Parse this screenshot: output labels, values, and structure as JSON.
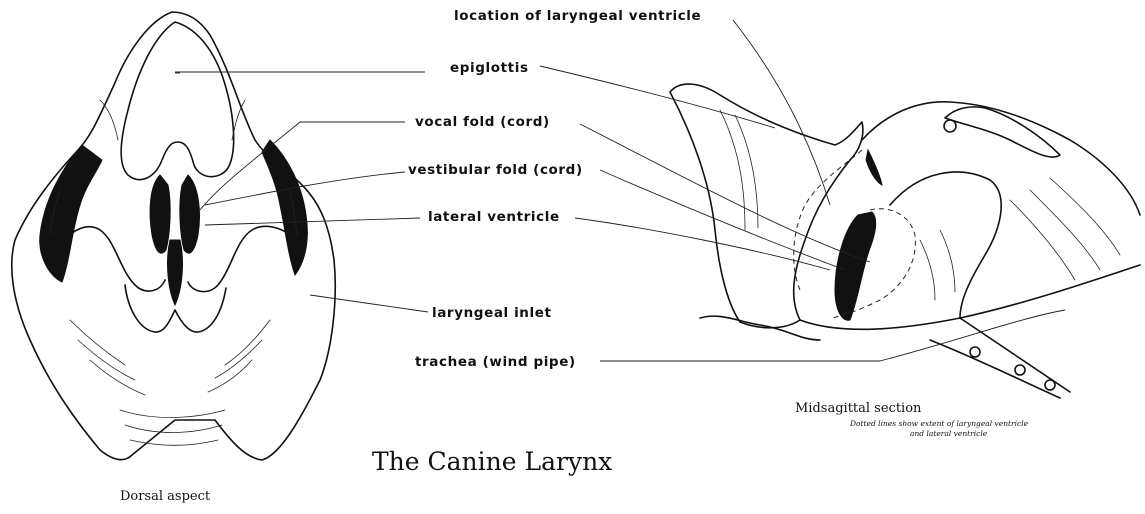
{
  "title": "The Canine Larynx",
  "left_caption": "Dorsal aspect",
  "right_caption": "Midsagittal section",
  "right_note_line1": "Dotted lines show extent of laryngeal ventricle",
  "right_note_line2": "and lateral ventricle",
  "labels": {
    "location_of_laryngeal_ventricle": "location of laryngeal ventricle",
    "epiglottis": "epiglottis",
    "vocal_fold": "vocal fold (cord)",
    "vestibular_fold": "vestibular fold (cord)",
    "lateral_ventricle": "lateral ventricle",
    "laryngeal_inlet": "laryngeal inlet",
    "trachea": "trachea (wind pipe)"
  }
}
